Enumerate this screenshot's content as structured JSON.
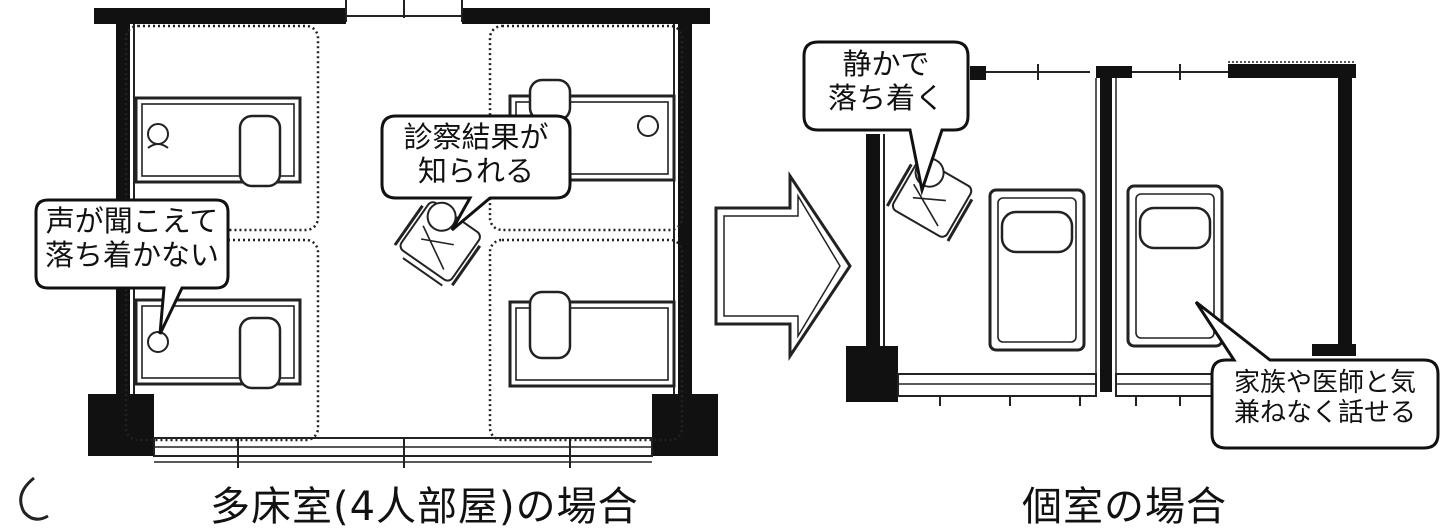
{
  "left_plan": {
    "caption": "多床室(4人部屋)の場合",
    "bubble_noise": {
      "line1": "声が聞こえて",
      "line2": "落ち着かない"
    },
    "bubble_privacy": {
      "line1": "診察結果が",
      "line2": "知られる"
    }
  },
  "right_plan": {
    "caption": "個室の場合",
    "bubble_calm": {
      "line1": "静かで",
      "line2": "落ち着く"
    },
    "bubble_family": {
      "line1": "家族や医師と気",
      "line2": "兼ねなく話せる"
    }
  },
  "colors": {
    "wall": "#111111",
    "line": "#222222",
    "background": "#ffffff"
  }
}
